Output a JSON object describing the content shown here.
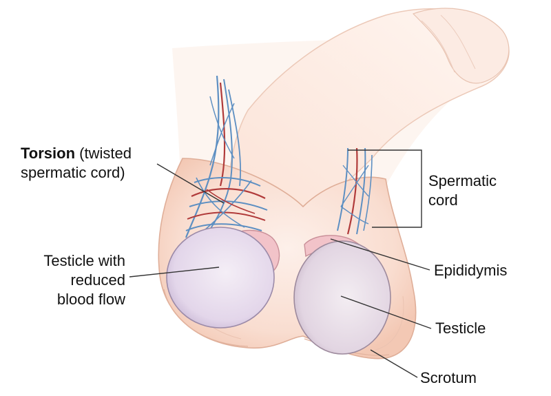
{
  "labels": {
    "torsion": {
      "bold": "Torsion",
      "rest": "(twisted",
      "line2": "spermatic cord)"
    },
    "spermatic_cord": {
      "line1": "Spermatic",
      "line2": "cord"
    },
    "testicle_reduced": {
      "line1": "Testicle with",
      "line2": "reduced",
      "line3": "blood flow"
    },
    "epididymis": "Epididymis",
    "testicle": "Testicle",
    "scrotum": "Scrotum"
  },
  "colors": {
    "skin_light": "#fbe6dc",
    "skin_mid": "#f3cbb8",
    "skin_outline": "#d9a894",
    "testicle_fill": "#e8dcec",
    "testicle_outline": "#9b8aa8",
    "vein": "#5d8fc2",
    "artery": "#b03a3a",
    "epididymis_fill": "#f0c0c8",
    "leader_line": "#333333"
  }
}
